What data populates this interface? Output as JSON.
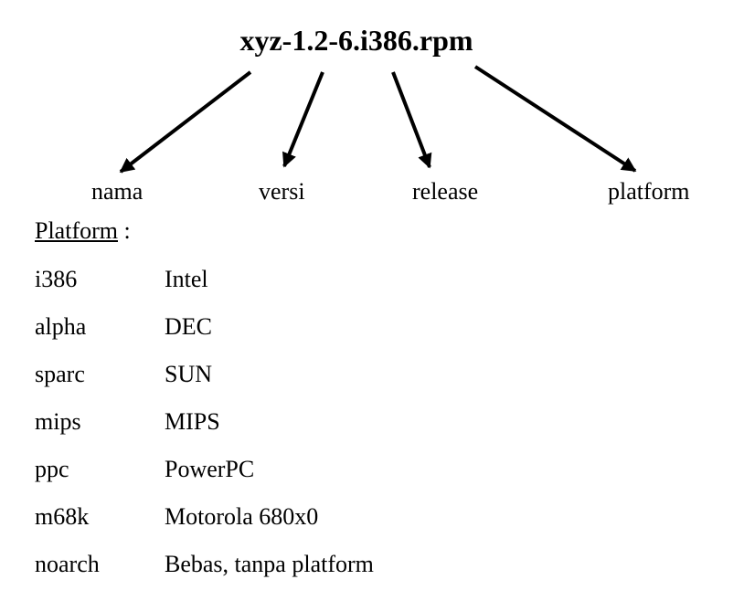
{
  "title": "xyz-1.2-6.i386.rpm",
  "parts": [
    {
      "label": "nama"
    },
    {
      "label": "versi"
    },
    {
      "label": "release"
    },
    {
      "label": "platform"
    }
  ],
  "section": {
    "heading": "Platform",
    "suffix": " :"
  },
  "platforms": [
    {
      "code": "i386",
      "name": "Intel"
    },
    {
      "code": "alpha",
      "name": "DEC"
    },
    {
      "code": "sparc",
      "name": "SUN"
    },
    {
      "code": "mips",
      "name": "MIPS"
    },
    {
      "code": "ppc",
      "name": "PowerPC"
    },
    {
      "code": "m68k",
      "name": "Motorola 680x0"
    },
    {
      "code": "noarch",
      "name": "Bebas, tanpa platform"
    }
  ]
}
